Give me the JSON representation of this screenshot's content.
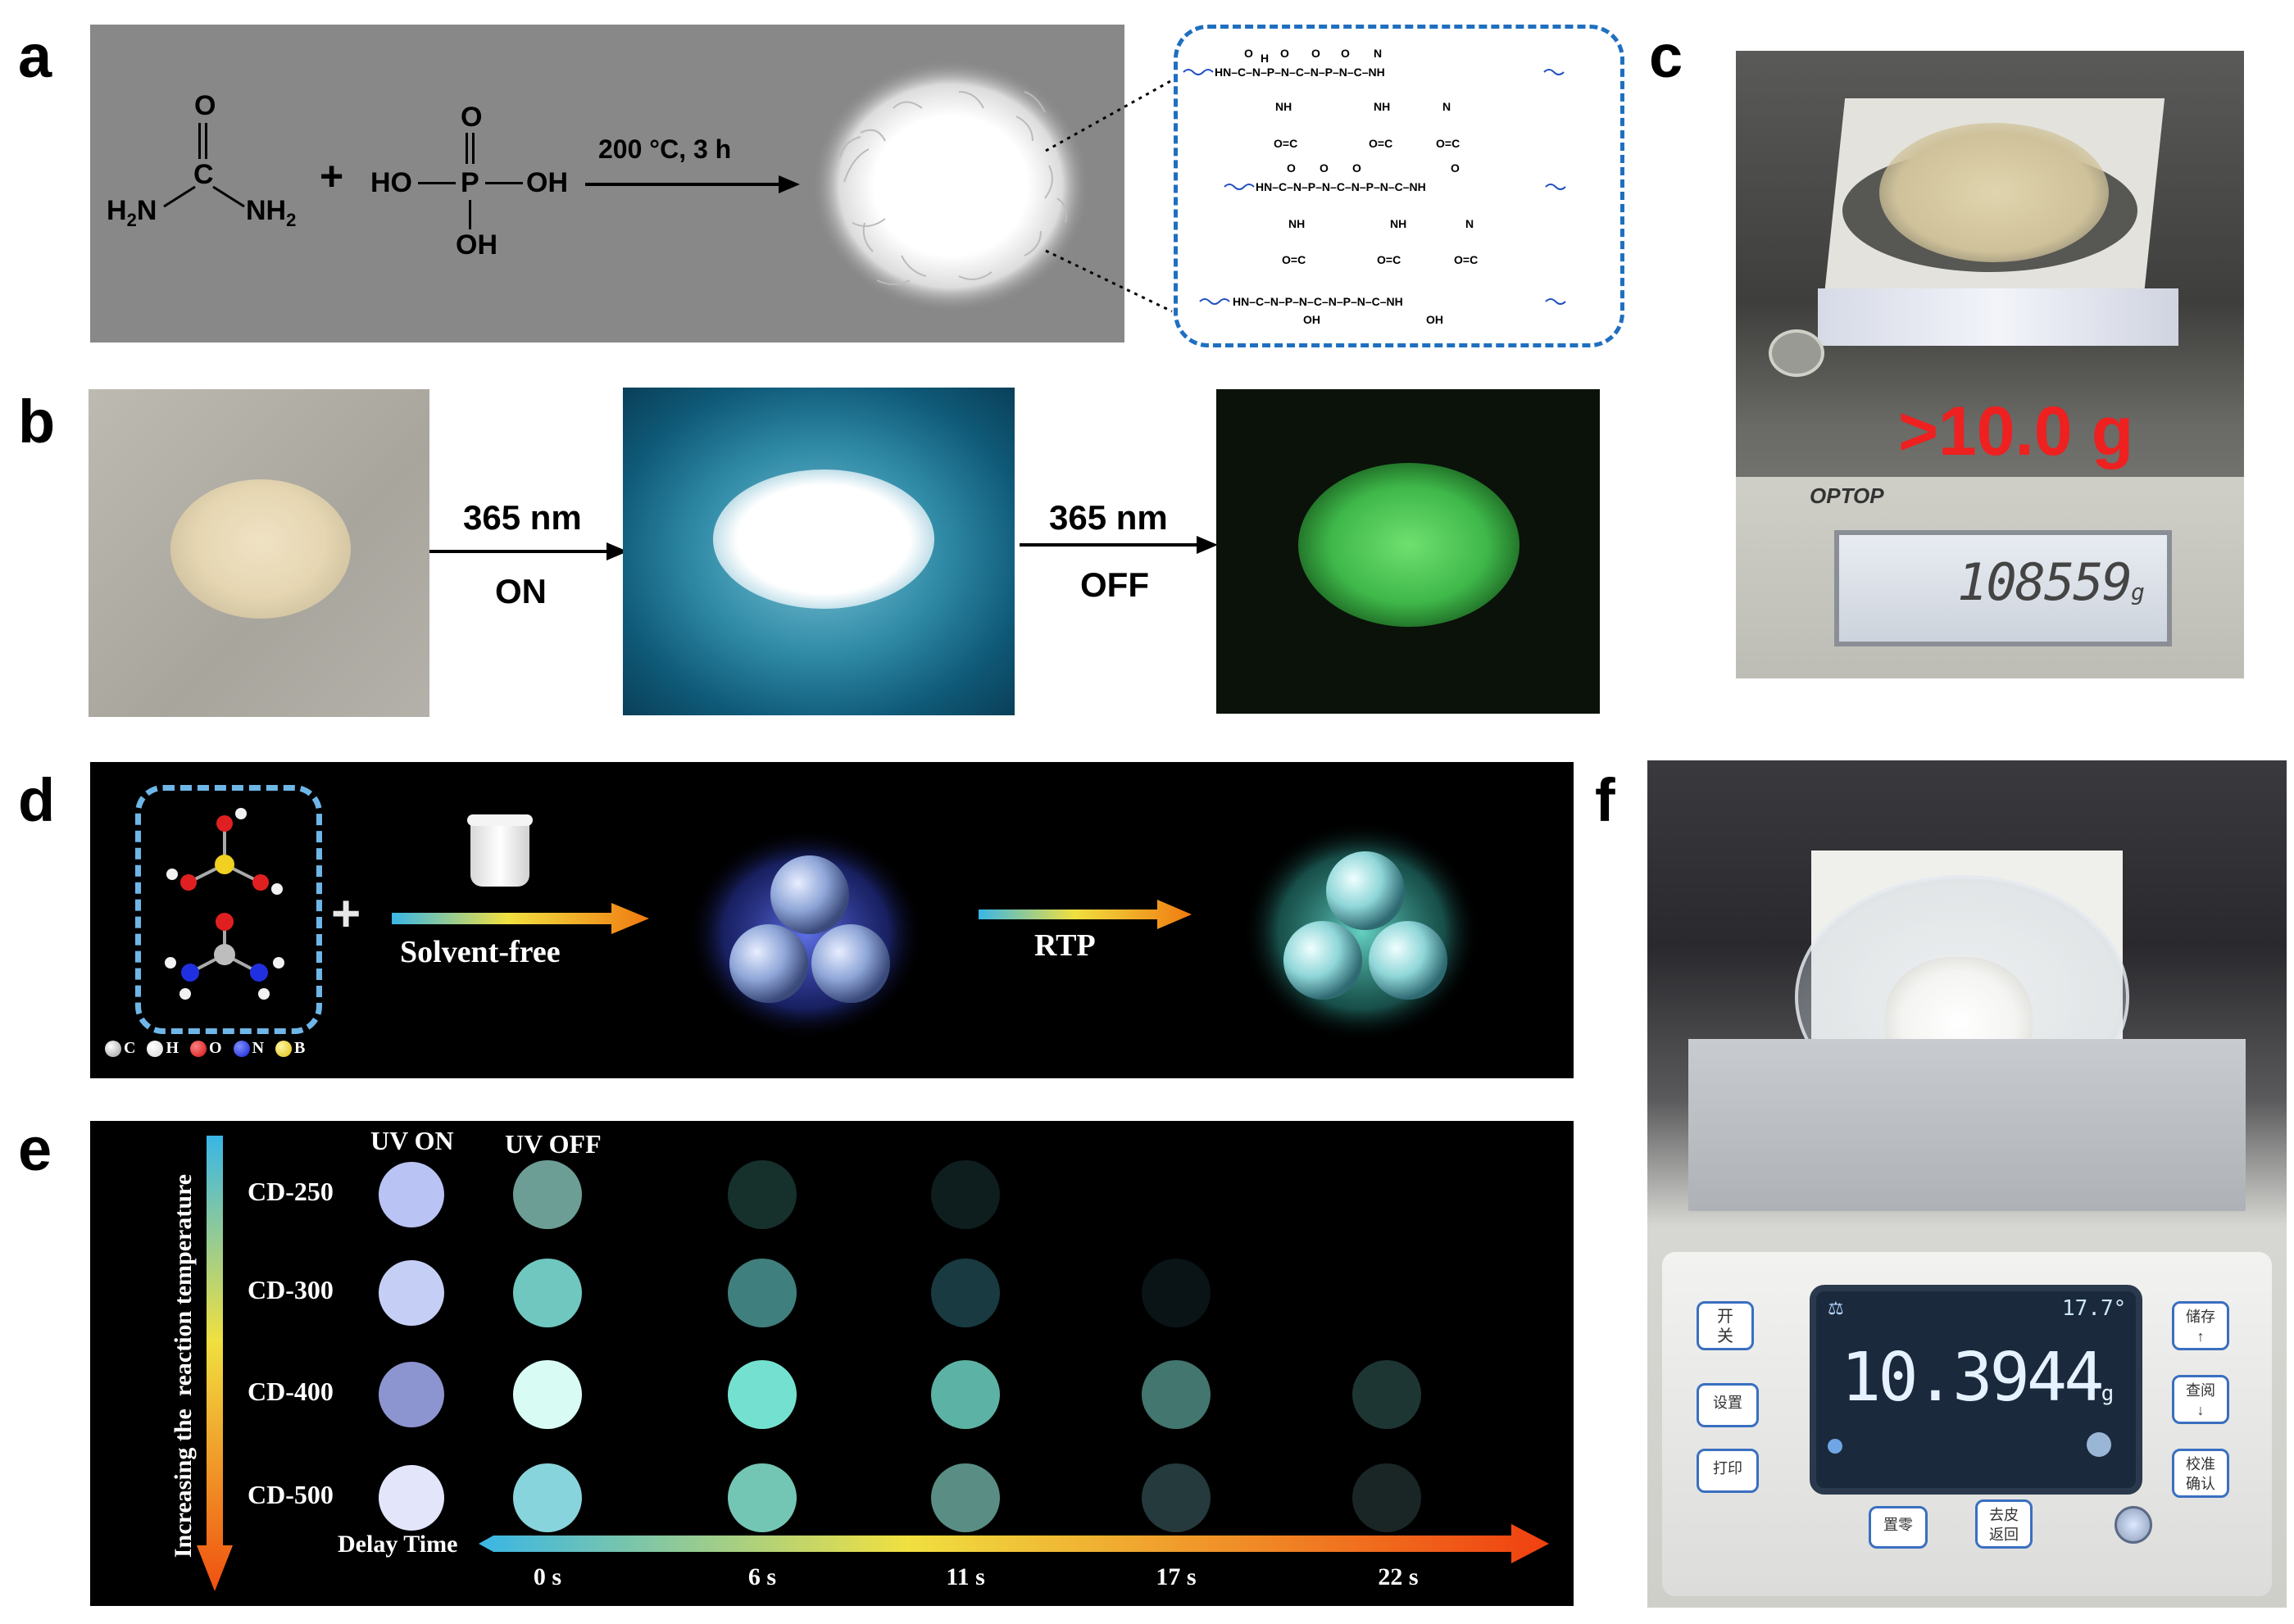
{
  "panels": {
    "a": {
      "label": "a",
      "urea": {
        "O": "O",
        "C": "C",
        "left": "H2N",
        "right": "NH2"
      },
      "plus": "+",
      "acid": {
        "O": "O",
        "P": "P",
        "HO": "HO",
        "OH_right": "OH",
        "OH_bottom": "OH"
      },
      "condition": "200 °C, 3 h"
    },
    "b": {
      "label": "b",
      "arrow1_top": "365 nm",
      "arrow1_bottom": "ON",
      "arrow2_top": "365 nm",
      "arrow2_bottom": "OFF"
    },
    "c": {
      "label": "c",
      "mass_text": ">10.0 g",
      "brand": "OPTOP",
      "display": "108559",
      "display_unit": "g"
    },
    "d": {
      "label": "d",
      "plus": "+",
      "step1": "Solvent-free",
      "step2": "RTP",
      "legend": [
        {
          "symbol": "C",
          "color": "#bdbdbd"
        },
        {
          "symbol": "H",
          "color": "#f2f2f2"
        },
        {
          "symbol": "O",
          "color": "#e02020"
        },
        {
          "symbol": "N",
          "color": "#2030e0"
        },
        {
          "symbol": "B",
          "color": "#f0d020"
        }
      ]
    },
    "e": {
      "label": "e",
      "col_uv_on": "UV ON",
      "col_uv_off": "UV OFF",
      "vertical_label": "Increasing the  reaction temperature",
      "axis_label": "Delay Time",
      "times": [
        "0 s",
        "6 s",
        "11 s",
        "17 s",
        "22 s"
      ],
      "rows": [
        {
          "name": "CD-250",
          "on": "#b9c3f4",
          "off": [
            "#6d9e96",
            "#16302c",
            "#0e1e1e",
            null,
            null
          ]
        },
        {
          "name": "CD-300",
          "on": "#c5cff6",
          "off": [
            "#6fc7c0",
            "#3f7f7e",
            "#183a40",
            "#0a1416",
            null
          ]
        },
        {
          "name": "CD-400",
          "on": "#8d95d0",
          "off": [
            "#d8fbf4",
            "#74e1d0",
            "#5cb2a4",
            "#42766e",
            "#1d3634"
          ]
        },
        {
          "name": "CD-500",
          "on": "#e3e6fb",
          "off": [
            "#88d4dc",
            "#74c6b4",
            "#5a8e84",
            "#243a3c",
            "#1a2626"
          ]
        }
      ]
    },
    "f": {
      "label": "f",
      "temp": "17.7°",
      "display": "10.3944",
      "display_unit": "g",
      "buttons_left": [
        "开\n关",
        "设置",
        "打印"
      ],
      "buttons_right": [
        "储存\n↑",
        "查阅\n↓",
        "校准\n确认"
      ],
      "buttons_bottom": [
        "置零",
        "去皮\n返回"
      ]
    }
  }
}
